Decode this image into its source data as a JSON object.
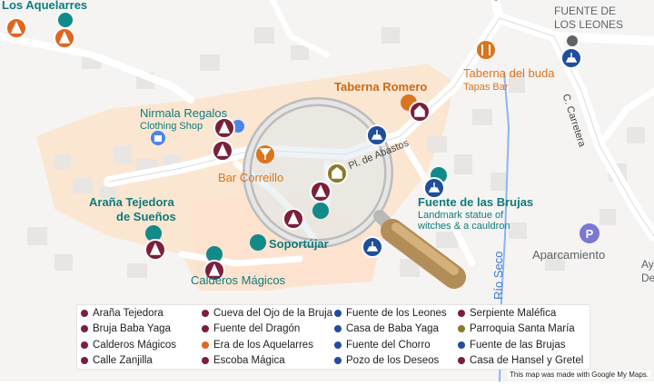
{
  "map": {
    "roads": {
      "pl_abastos": "Pl. de Abastos",
      "c_carretera": "C. Carretera",
      "rio_seco": "Río Seco",
      "top_c": "C"
    },
    "places": {
      "los_aquelarres": "Los Aquelarres",
      "fuente_leones_1": "FUENTE DE",
      "fuente_leones_2": "LOS LEONES",
      "nirmala": "Nirmala Regalos",
      "nirmala_sub": "Clothing Shop",
      "taberna_romero": "Taberna Romero",
      "taberna_buda": "Taberna del buda",
      "taberna_buda_sub": "Tapas Bar",
      "bar_correillo": "Bar Correillo",
      "arana_1": "Araña Tejedora",
      "arana_2": "de Sueños",
      "fuente_brujas": "Fuente de las Brujas",
      "fuente_brujas_sub1": "Landmark statue of",
      "fuente_brujas_sub2": "witches & a cauldron",
      "soportujar": "Soportújar",
      "calderos": "Calderos Mágicos",
      "aparcamiento": "Aparcamiento",
      "edge_ay": "Ay",
      "edge_de": "De"
    }
  },
  "legend": [
    {
      "label": "Araña Tejedora",
      "color": "#7b1f3a"
    },
    {
      "label": "Bruja Baba Yaga",
      "color": "#7b1f3a"
    },
    {
      "label": "Calderos Mágicos",
      "color": "#7b1f3a"
    },
    {
      "label": "Calle Zanjilla",
      "color": "#7b1f3a"
    },
    {
      "label": "Cueva del Ojo de la Bruja",
      "color": "#7b1f3a"
    },
    {
      "label": "Fuente del Dragón",
      "color": "#7b1f3a"
    },
    {
      "label": "Era de los Aquelarres",
      "color": "#e0661f"
    },
    {
      "label": "Escoba Mágica",
      "color": "#7b1f3a"
    },
    {
      "label": "Fuente de los Leones",
      "color": "#1f4e9c"
    },
    {
      "label": "Casa de Baba Yaga",
      "color": "#1f4e9c"
    },
    {
      "label": "Fuente del Chorro",
      "color": "#1f4e9c"
    },
    {
      "label": "Pozo de los Deseos",
      "color": "#1f4e9c"
    },
    {
      "label": "Serpiente Maléfica",
      "color": "#7b1f3a"
    },
    {
      "label": "Parroquia Santa María",
      "color": "#8a7a2e"
    },
    {
      "label": "Fuente de las Brujas",
      "color": "#1f4e9c"
    },
    {
      "label": "Casa de Hansel y Gretel",
      "color": "#7b1f3a"
    }
  ],
  "credit": "This map was made with Google My Maps.",
  "colors": {
    "maroon": "#7b1f3a",
    "blue": "#1f4e9c",
    "orange": "#e0661f",
    "teal": "#0f7b7b",
    "olive": "#8a7a2e"
  }
}
